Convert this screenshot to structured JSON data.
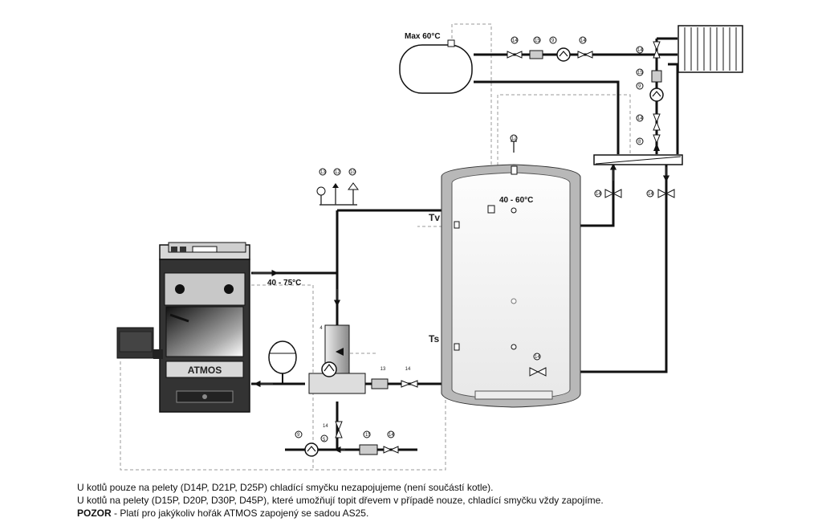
{
  "labels": {
    "max_temp": "Max 60°C",
    "boiler_out": "40 - 75°C",
    "tank_in": "40 - 60°C",
    "tv": "Tv",
    "ts": "Ts",
    "boiler_brand": "ATMOS"
  },
  "component_numbers": {
    "n14": "14",
    "n13": "13",
    "n12": "12",
    "n10": "10",
    "n9": "9",
    "n8": "8",
    "n5": "5",
    "n4": "4",
    "n15": "15"
  },
  "notes": {
    "line1": "U kotlů pouze na pelety (D14P, D21P, D25P) chladící smyčku nezapojujeme (není součástí kotle).",
    "line2": "U kotlů na pelety (D15P, D20P, D30P, D45P), které umožňují topit dřevem v případě nouze, chladící smyčku vždy zapojíme.",
    "warning_label": "POZOR",
    "warning_text": " - Platí pro jakýkoliv hořák ATMOS zapojený se sadou AS25."
  }
}
